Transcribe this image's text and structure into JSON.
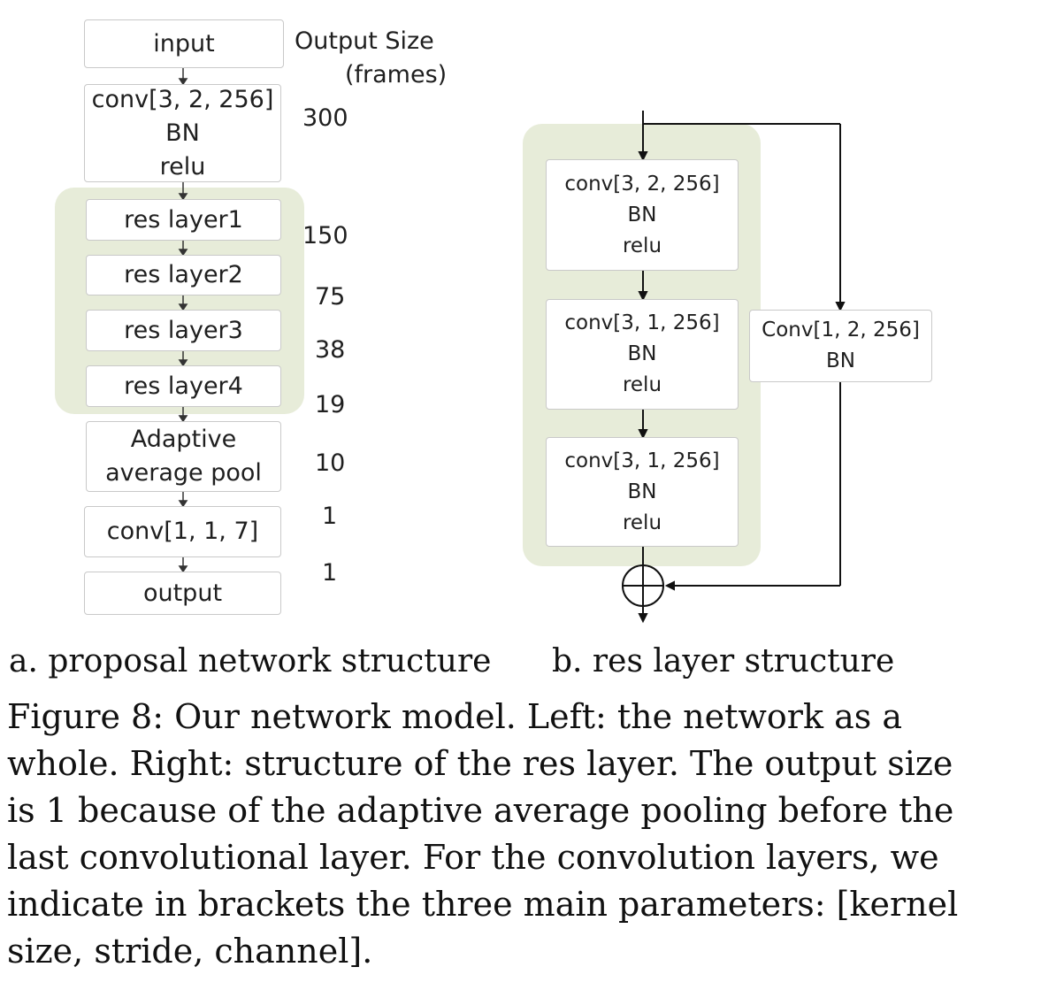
{
  "left_diagram": {
    "output_size_title": [
      "Output Size",
      "(frames)"
    ],
    "blocks": {
      "input": [
        "input"
      ],
      "conv1": [
        "conv[3, 2, 256]",
        "BN",
        "relu"
      ],
      "res1": [
        "res layer1"
      ],
      "res2": [
        "res layer2"
      ],
      "res3": [
        "res layer3"
      ],
      "res4": [
        "res layer4"
      ],
      "pool": [
        "Adaptive",
        "average pool"
      ],
      "conv2": [
        "conv[1, 1, 7]"
      ],
      "output": [
        "output"
      ]
    },
    "output_sizes": [
      "300",
      "150",
      "75",
      "38",
      "19",
      "10",
      "1",
      "1"
    ]
  },
  "right_diagram": {
    "blocks": {
      "conv_a": [
        "conv[3, 2, 256]",
        "BN",
        "relu"
      ],
      "conv_b": [
        "conv[3, 1, 256]",
        "BN",
        "relu"
      ],
      "conv_c": [
        "conv[3, 1, 256]",
        "BN",
        "relu"
      ],
      "shortcut": [
        "Conv[1, 2, 256]",
        "BN"
      ]
    }
  },
  "subcaptions": {
    "a": "a. proposal network structure",
    "b": "b. res layer structure"
  },
  "caption_lines": [
    "Figure 8: Our network model. Left: the network as a",
    "whole. Right: structure of the res layer. The output size",
    "is 1 because of the adaptive average pooling before the",
    "last convolutional layer. For the convolution layers, we",
    "indicate in brackets the three main parameters: [kernel",
    "size, stride, channel]."
  ],
  "colors": {
    "res_group_fill": "#e7ecd9",
    "box_border": "#c9c9c9",
    "line": "#111111"
  }
}
